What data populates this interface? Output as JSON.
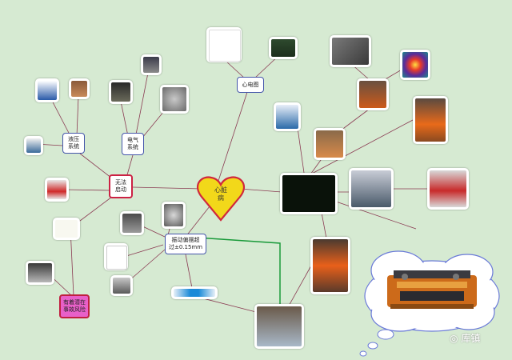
{
  "diagram": {
    "center": {
      "line1": "心脏",
      "line2": "病"
    },
    "nodes": {
      "ecg": "心电图",
      "hydraulic": {
        "line1": "液压",
        "line2": "系统"
      },
      "electric": {
        "line1": "电气",
        "line2": "系统"
      },
      "cannot_start": {
        "line1": "无法",
        "line2": "启动"
      },
      "vibration": {
        "line1": "振动偏摆超",
        "line2": "过±0.15mm"
      },
      "risk": {
        "line1": "有着潜在",
        "line2": "事故风险"
      }
    },
    "watermark": "库镇",
    "colors": {
      "background": "#d6ead2",
      "heart": "#f2d81a",
      "heart_border": "#d0283c",
      "node_border": "#4455aa",
      "risk_node": "#e860c8",
      "connector": "#8a3a52",
      "green_link": "#1a9a3a"
    }
  }
}
